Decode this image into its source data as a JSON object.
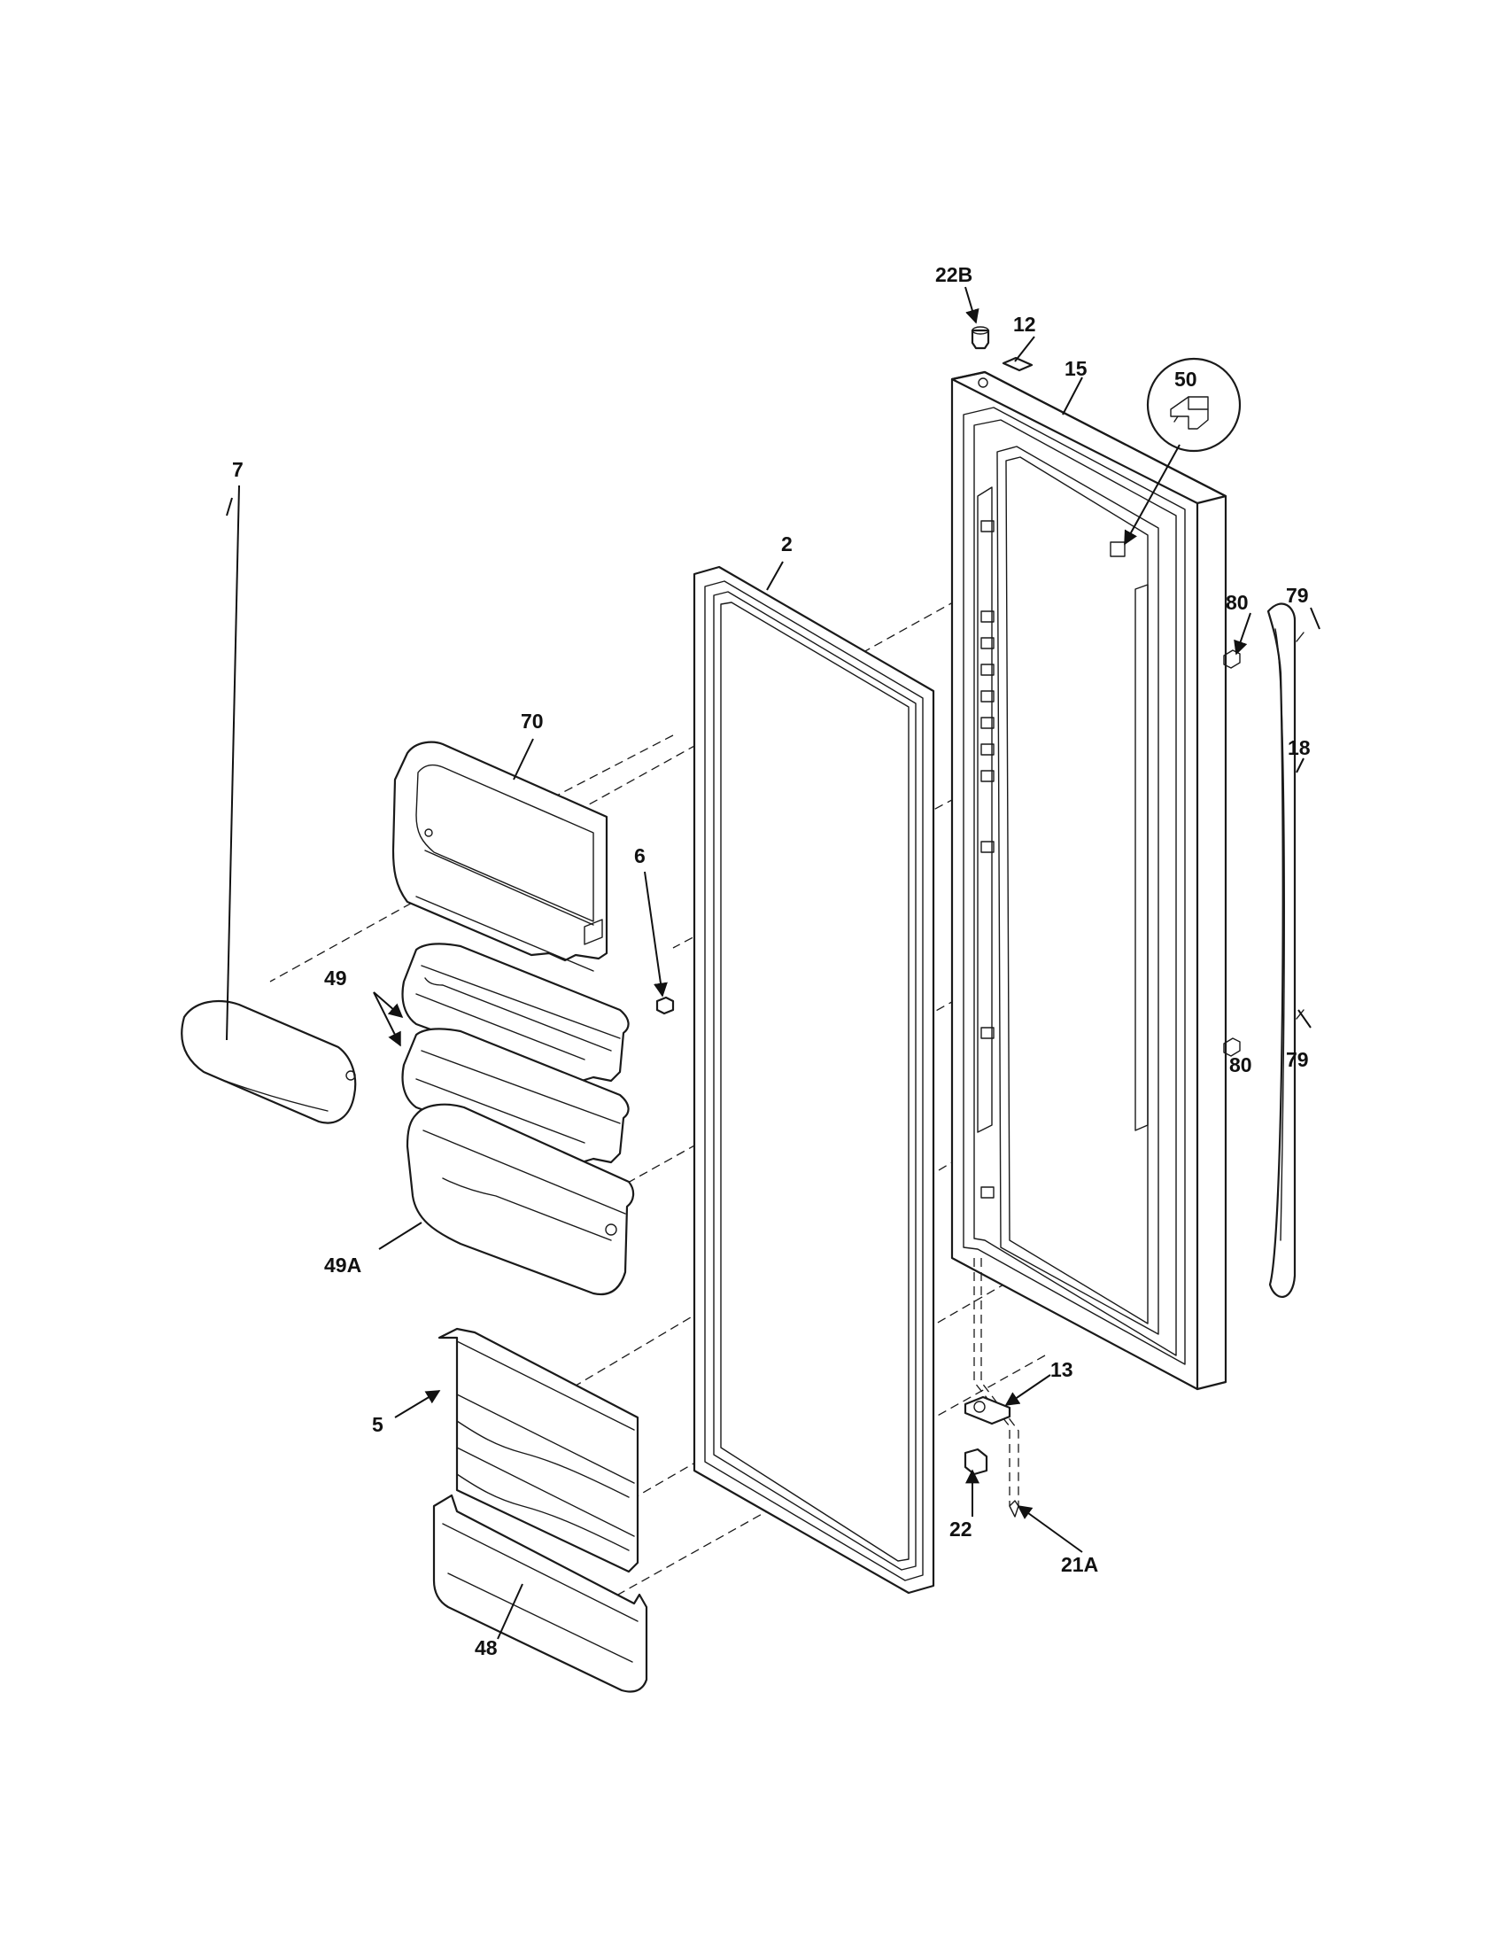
{
  "callouts": {
    "c22B": "22B",
    "c12": "12",
    "c15": "15",
    "c50": "50",
    "c2": "2",
    "c80a": "80",
    "c79a": "79",
    "c18": "18",
    "c70": "70",
    "c6": "6",
    "c7": "7",
    "c49": "49",
    "c80b": "80",
    "c79b": "79",
    "c49A": "49A",
    "c13": "13",
    "c5": "5",
    "c22": "22",
    "c21A": "21A",
    "c48": "48"
  }
}
